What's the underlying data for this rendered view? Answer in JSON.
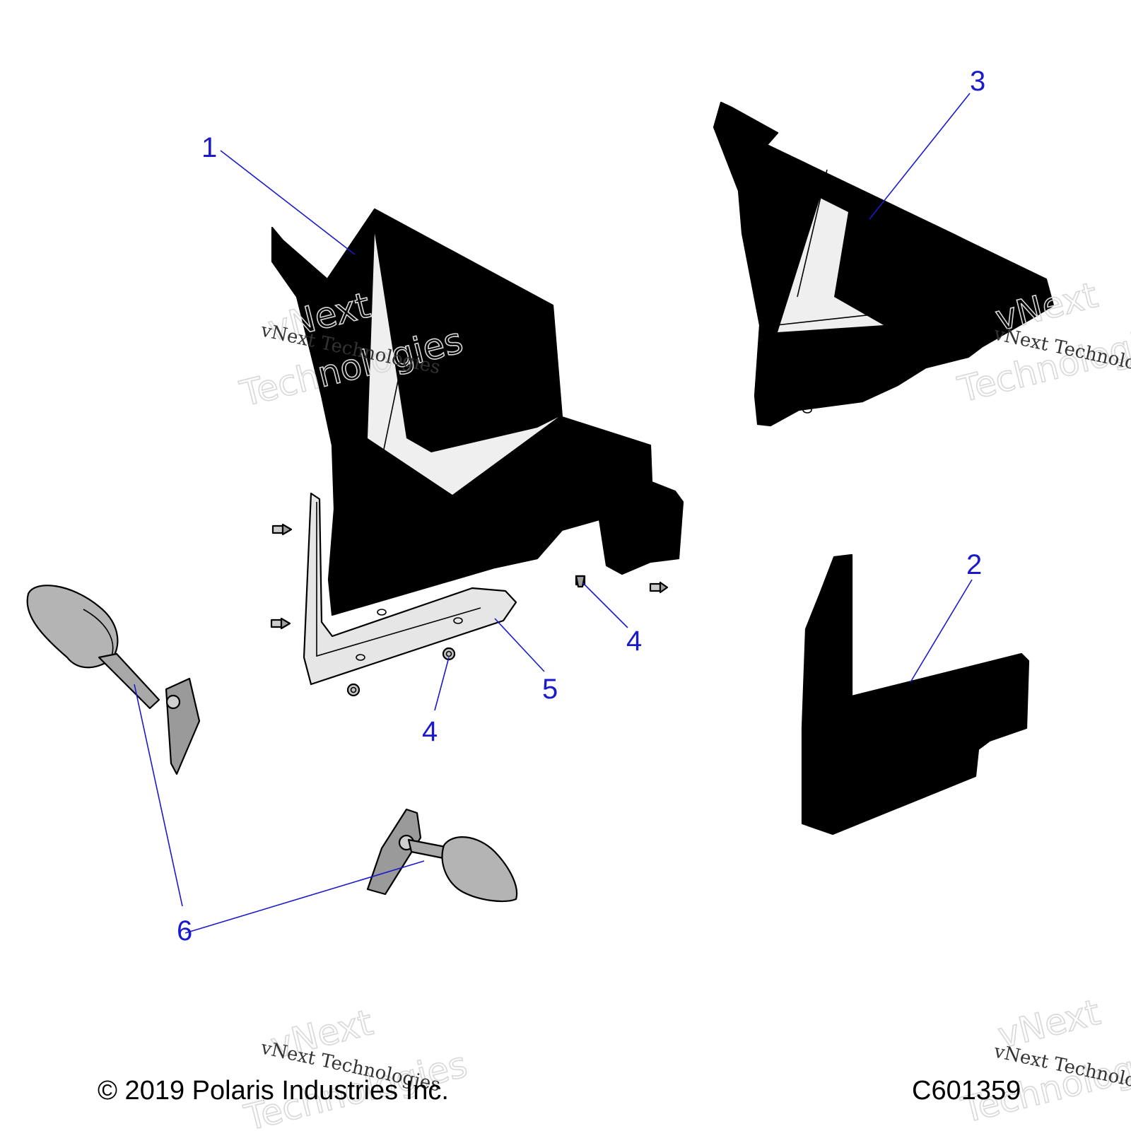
{
  "colors": {
    "callout": "#1a1acc",
    "part_fill": "#d7d7d7",
    "part_fill_light": "#efefef",
    "mirror_fill": "#b4b4b4",
    "outline": "#000000",
    "watermark": "#d8d8d8"
  },
  "callouts": [
    {
      "id": "1",
      "label": "1"
    },
    {
      "id": "2",
      "label": "2"
    },
    {
      "id": "3",
      "label": "3"
    },
    {
      "id": "4a",
      "label": "4"
    },
    {
      "id": "4b",
      "label": "4"
    },
    {
      "id": "5",
      "label": "5"
    },
    {
      "id": "6",
      "label": "6"
    }
  ],
  "footer": {
    "copyright": "© 2019 Polaris Industries Inc.",
    "diagram_id": "C601359"
  },
  "watermark": {
    "line1": "vNext",
    "line2": "Technologies",
    "small": "vNext Technologies"
  }
}
